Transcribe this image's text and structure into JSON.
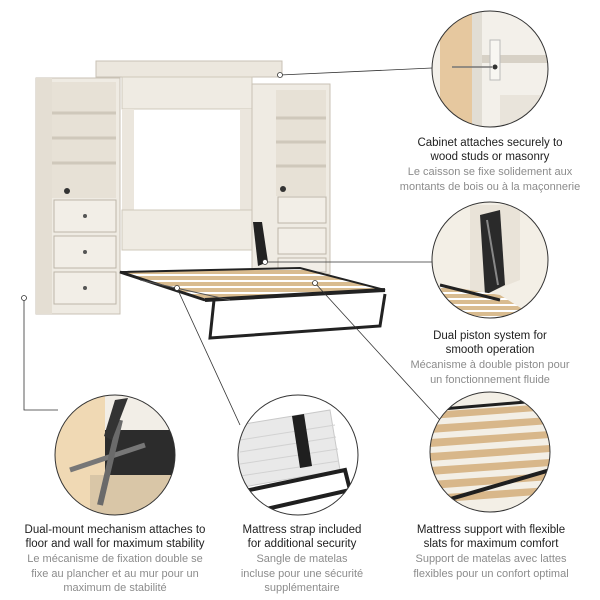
{
  "features": [
    {
      "en_line1": "Cabinet attaches securely to",
      "en_line2": "wood studs or masonry",
      "fr_line1": "Le caisson se fixe solidement aux",
      "fr_line2": "montants de bois ou à la maçonnerie"
    },
    {
      "en_line1": "Dual piston system for",
      "en_line2": "smooth operation",
      "fr_line1": "Mécanisme à double piston pour",
      "fr_line2": "un fonctionnement fluide"
    },
    {
      "en_line1": "Dual-mount mechanism attaches to",
      "en_line2": "floor and wall for maximum stability",
      "fr_line1": "Le mécanisme de fixation double se",
      "fr_line2": "fixe au plancher et au mur pour un",
      "fr_line3": "maximum de stabilité"
    },
    {
      "en_line1": "Mattress strap included",
      "en_line2": "for additional security",
      "fr_line1": "Sangle de matelas",
      "fr_line2": "incluse pour une sécurité",
      "fr_line3": "supplémentaire"
    },
    {
      "en_line1": "Mattress support with flexible",
      "en_line2": "slats for maximum comfort",
      "fr_line1": "Support de matelas avec lattes",
      "fr_line2": "flexibles pour un confort optimal"
    }
  ],
  "colors": {
    "cabinet": "#efebe3",
    "cabinet_shadow": "#d9d3c8",
    "slat": "#d7b98c",
    "frame": "#1f1f1f",
    "heading": "#1e1e1e",
    "subtext": "#8c8c8c",
    "wall": "#f3efe6"
  },
  "icons": [
    "wall-bracket-photo",
    "piston-photo",
    "floor-mount-photo",
    "mattress-strap-photo",
    "slats-photo"
  ]
}
